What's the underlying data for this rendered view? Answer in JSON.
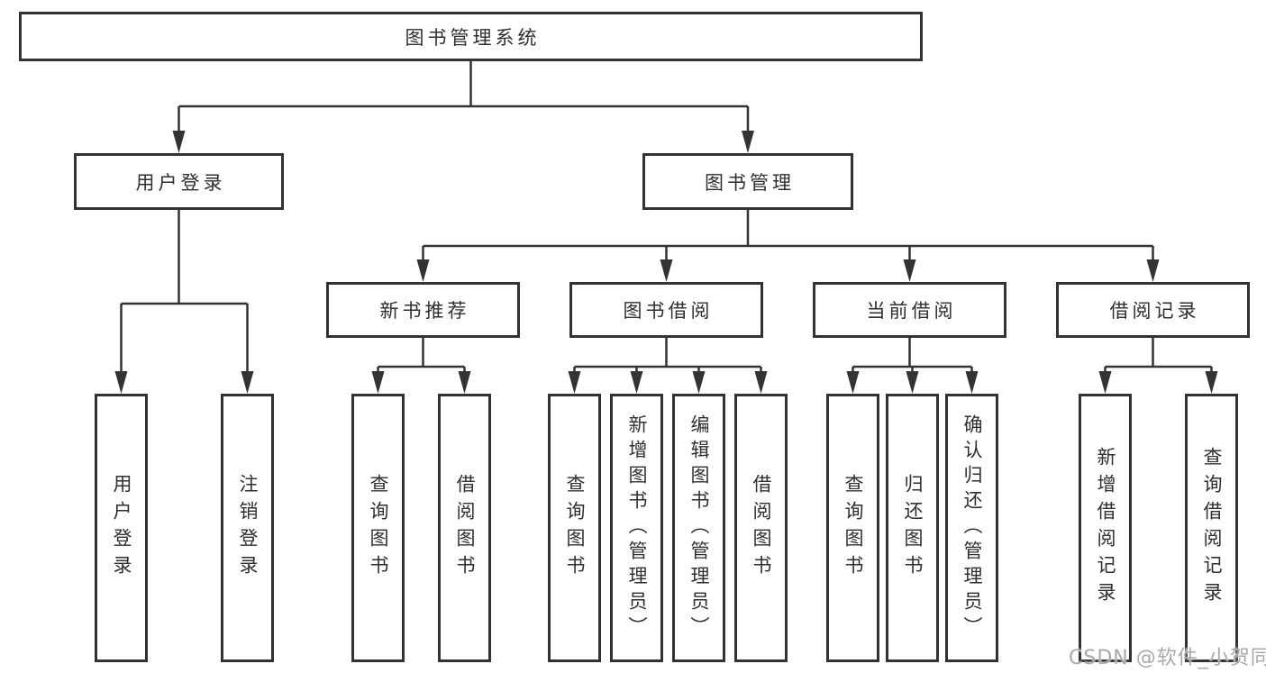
{
  "diagram_type": "hierarchy-tree",
  "nodes": {
    "root": "图书管理系统",
    "user_login": "用户登录",
    "book_mgmt": "图书管理",
    "ul_login": "用户登录",
    "ul_logout": "注销登录",
    "new_book_rec": "新书推荐",
    "book_borrow": "图书借阅",
    "cur_borrow": "当前借阅",
    "borrow_rec": "借阅记录",
    "nbr_query": "查询图书",
    "nbr_borrow": "借阅图书",
    "bb_query": "查询图书",
    "bb_add": "新增图书（管理员）",
    "bb_edit": "编辑图书（管理员）",
    "bb_lend": "借阅图书",
    "cb_query": "查询图书",
    "cb_return": "归还图书",
    "cb_confirm": "确认归还（管理员）",
    "br_add": "新增借阅记录",
    "br_query": "查询借阅记录"
  },
  "edges": [
    [
      "root",
      "user_login"
    ],
    [
      "root",
      "book_mgmt"
    ],
    [
      "user_login",
      "ul_login"
    ],
    [
      "user_login",
      "ul_logout"
    ],
    [
      "book_mgmt",
      "new_book_rec"
    ],
    [
      "book_mgmt",
      "book_borrow"
    ],
    [
      "book_mgmt",
      "cur_borrow"
    ],
    [
      "book_mgmt",
      "borrow_rec"
    ],
    [
      "new_book_rec",
      "nbr_query"
    ],
    [
      "new_book_rec",
      "nbr_borrow"
    ],
    [
      "book_borrow",
      "bb_query"
    ],
    [
      "book_borrow",
      "bb_add"
    ],
    [
      "book_borrow",
      "bb_edit"
    ],
    [
      "book_borrow",
      "bb_lend"
    ],
    [
      "cur_borrow",
      "cb_query"
    ],
    [
      "cur_borrow",
      "cb_return"
    ],
    [
      "cur_borrow",
      "cb_confirm"
    ],
    [
      "borrow_rec",
      "br_add"
    ],
    [
      "borrow_rec",
      "br_query"
    ]
  ],
  "watermark": "CSDN @软件_小贺同学",
  "colors": {
    "line": "#333333",
    "box_border": "#333333",
    "text": "#2f2f2f",
    "box_background": "#ffffff",
    "page_background": "#ffffff",
    "watermark": "#a8a8ad"
  }
}
